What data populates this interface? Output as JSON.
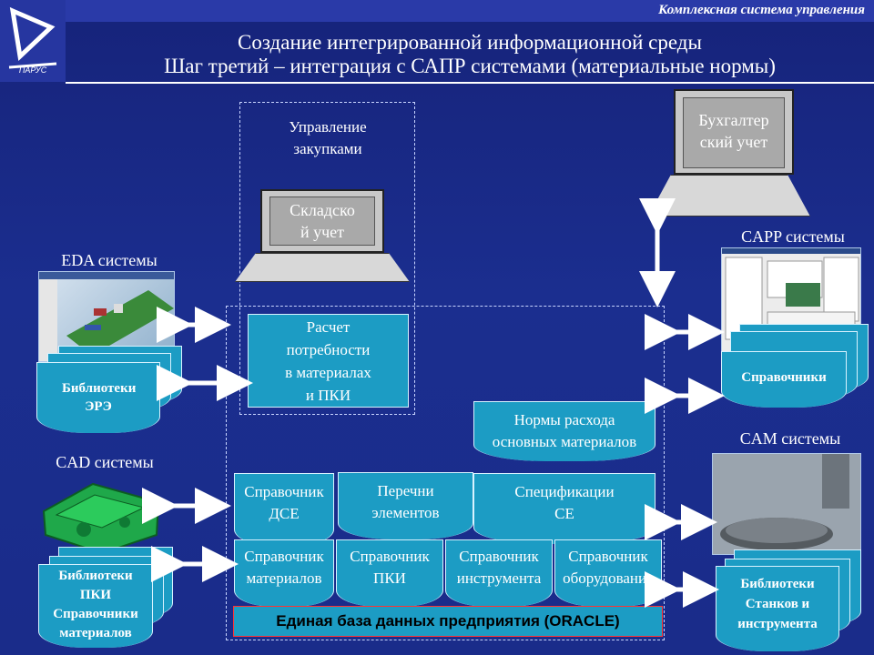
{
  "header": {
    "tagline": "Комплексная система управления",
    "title_line1": "Создание интегрированной информационной среды",
    "title_line2": "Шаг третий – интеграция с САПР системами (материальные нормы)"
  },
  "logo": {
    "name": "logo-icon"
  },
  "left": {
    "eda_label": "EDA системы",
    "eda_lib": "Библиотеки ЭРЭ",
    "cad_label": "CAD системы",
    "cad_lib": [
      "Библиотеки",
      "ПКИ",
      "Справочники",
      "материалов"
    ]
  },
  "center": {
    "purchasing": [
      "Управление",
      "закупками"
    ],
    "warehouse": [
      "Складско",
      "й учет"
    ],
    "calc": [
      "Расчет",
      "потребности",
      "в материалах",
      "и ПКИ"
    ],
    "norms": [
      "Нормы расхода",
      "основных материалов"
    ],
    "dse": [
      "Справочник",
      "ДСЕ"
    ],
    "elements": [
      "Перечни",
      "элементов"
    ],
    "specs": [
      "Спецификации",
      "СЕ"
    ],
    "materials_ref": [
      "Справочник",
      "материалов"
    ],
    "pki_ref": [
      "Справочник",
      "ПКИ"
    ],
    "tool_ref": [
      "Справочник",
      "инструмента"
    ],
    "equip_ref": [
      "Справочник",
      "оборудования"
    ],
    "database": "Единая база данных предприятия (ORACLE)"
  },
  "right": {
    "accounting": [
      "Бухгалтер",
      "ский учет"
    ],
    "capp_label": "CAPP системы",
    "capp_ref": "Справочники",
    "cam_label": "CAM системы",
    "cam_lib": [
      "Библиотеки",
      "Станков и",
      "инструмента"
    ]
  }
}
